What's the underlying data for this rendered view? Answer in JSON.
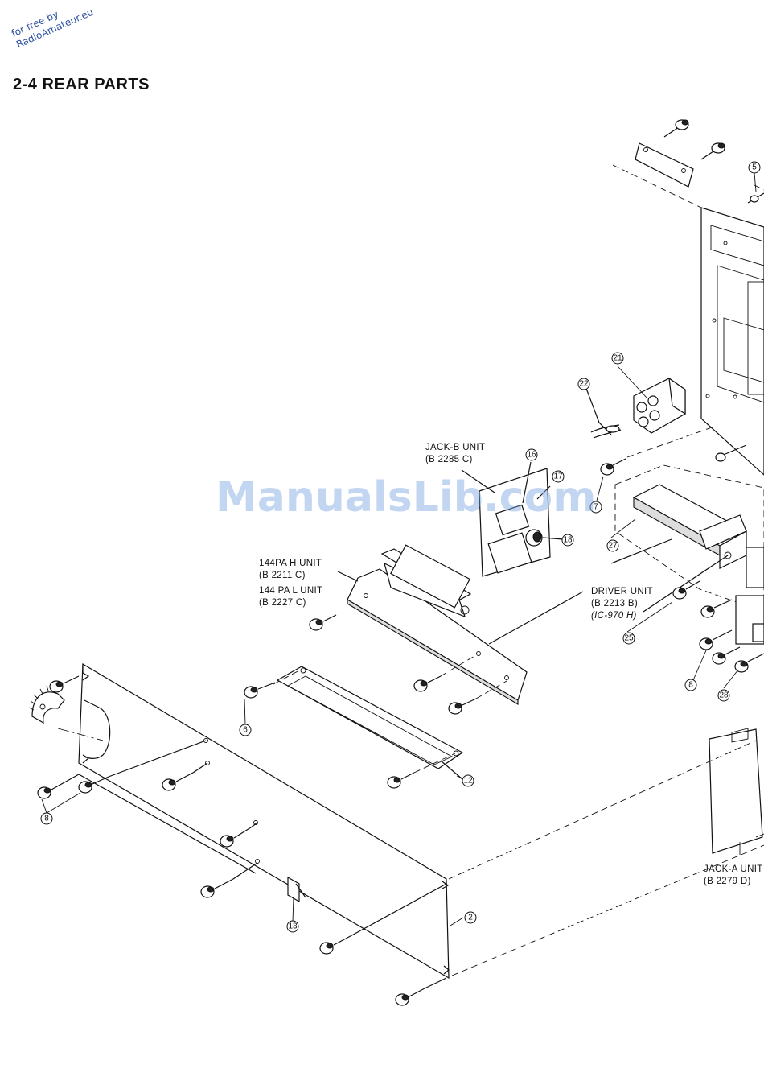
{
  "stamp": {
    "line1": "for free by",
    "line2": "RadioAmateur.eu"
  },
  "section_title": "2-4  REAR PARTS",
  "watermark": "ManualsLib.com",
  "units": {
    "jack_b": {
      "name": "JACK-B UNIT",
      "code": "(B  2285  C)"
    },
    "pa_h": {
      "name": "144PA H UNIT",
      "code": "(B  2211  C)"
    },
    "pa_l": {
      "name": "144 PA L UNIT",
      "code": "(B  2227  C)"
    },
    "driver": {
      "name": "DRIVER UNIT",
      "code": "(B  2213  B)",
      "model": "(IC-970 H)"
    },
    "jack_a": {
      "name": "JACK-A UNIT",
      "code": "(B  2279  D)"
    }
  },
  "callouts": {
    "c2": "2",
    "c5": "5",
    "c6": "6",
    "c7": "7",
    "c8a": "8",
    "c8b": "8",
    "c12": "12",
    "c13": "13",
    "c16": "16",
    "c17": "17",
    "c18": "18",
    "c21": "21",
    "c22": "22",
    "c25": "25",
    "c27": "27",
    "c28": "28"
  }
}
